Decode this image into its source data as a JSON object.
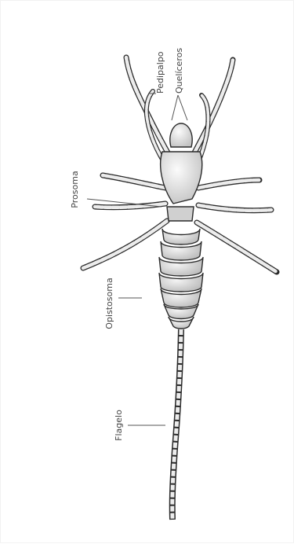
{
  "labels": {
    "pedipalpo": "Pedipalpo",
    "queliceros": "Quelíceros",
    "prosoma": "Prosoma",
    "opistosoma": "Opistosoma",
    "flagelo": "Flagelo"
  },
  "colors": {
    "outline": "#2a2a2a",
    "body_fill": "#d8d8d8",
    "leg_fill": "#e9e9e9",
    "label_text": "#444444",
    "leader_line": "#555555"
  }
}
